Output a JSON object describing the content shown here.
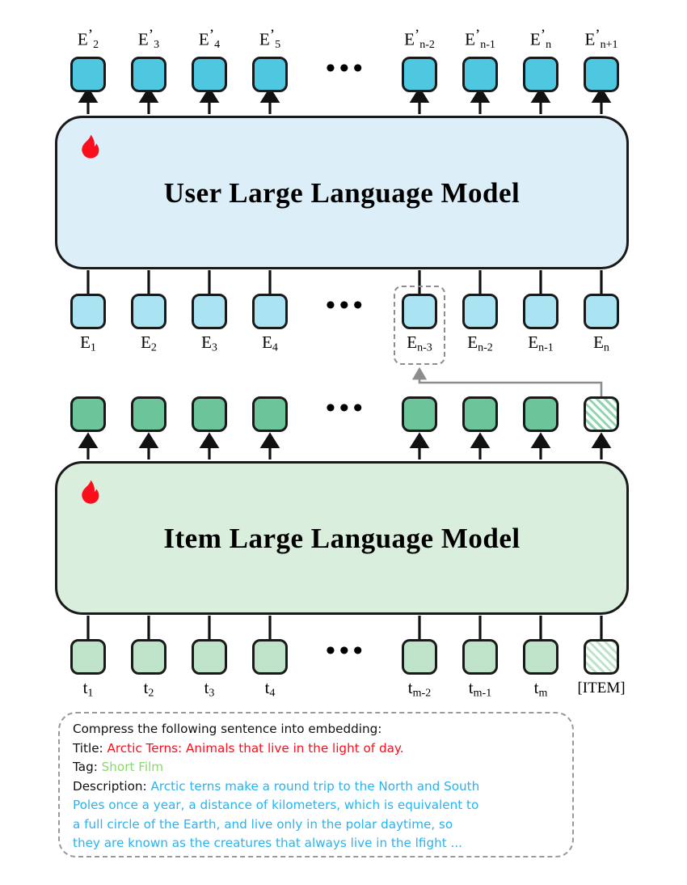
{
  "diagram": {
    "title": "User and Item Large Language Model embedding pipeline",
    "colors": {
      "output_embedding": "#4ec8e0",
      "input_embedding": "#aae4f2",
      "item_output": "#6cc49a",
      "item_token": "#bfe3c8",
      "user_llm_fill": "#dceef7",
      "item_llm_fill": "#d9eedd",
      "flame": "#fb0d1b",
      "connector": "#8d8d8d"
    }
  },
  "user_llm": {
    "label": "User Large Language Model",
    "flame_icon": "flame-icon"
  },
  "item_llm": {
    "label": "Item Large Language Model",
    "flame_icon": "flame-icon"
  },
  "output_row": {
    "left": [
      {
        "base": "E",
        "prime": "’",
        "sub": "2"
      },
      {
        "base": "E",
        "prime": "’",
        "sub": "3"
      },
      {
        "base": "E",
        "prime": "’",
        "sub": "4"
      },
      {
        "base": "E",
        "prime": "’",
        "sub": "5"
      }
    ],
    "right": [
      {
        "base": "E",
        "prime": "’",
        "sub": "n-2"
      },
      {
        "base": "E",
        "prime": "’",
        "sub": "n-1"
      },
      {
        "base": "E",
        "prime": "’",
        "sub": "n"
      },
      {
        "base": "E",
        "prime": "’",
        "sub": "n+1"
      }
    ],
    "ellipsis": "•••"
  },
  "user_input_row": {
    "left": [
      {
        "base": "E",
        "sub": "1"
      },
      {
        "base": "E",
        "sub": "2"
      },
      {
        "base": "E",
        "sub": "3"
      },
      {
        "base": "E",
        "sub": "4"
      }
    ],
    "right": [
      {
        "base": "E",
        "sub": "n-3",
        "highlighted": true
      },
      {
        "base": "E",
        "sub": "n-2"
      },
      {
        "base": "E",
        "sub": "n-1"
      },
      {
        "base": "E",
        "sub": "n"
      }
    ],
    "ellipsis": "•••"
  },
  "item_output_row": {
    "count_left": 4,
    "count_right": 4,
    "last_is_hatched": true,
    "ellipsis": "•••"
  },
  "item_token_row": {
    "left": [
      {
        "base": "t",
        "sub": "1"
      },
      {
        "base": "t",
        "sub": "2"
      },
      {
        "base": "t",
        "sub": "3"
      },
      {
        "base": "t",
        "sub": "4"
      }
    ],
    "right": [
      {
        "base": "t",
        "sub": "m-2"
      },
      {
        "base": "t",
        "sub": "m-1"
      },
      {
        "base": "t",
        "sub": "m"
      },
      {
        "base": "[ITEM]",
        "sub": "",
        "hatched": true
      }
    ],
    "ellipsis": "•••"
  },
  "prompt": {
    "line1": "Compress the following sentence into embedding:",
    "title_label": "Title:",
    "title_value": "Arctic Terns: Animals that live in the light of day.",
    "tag_label": "Tag:",
    "tag_value": "Short Film",
    "desc_label": "Description:",
    "desc_line1": "Arctic terns make a round trip to the North and South",
    "desc_line2": "Poles once a year, a distance of kilometers, which is equivalent to",
    "desc_line3": "a full circle of the Earth, and live only in the polar daytime, so",
    "desc_line4": "they are known as the creatures that always live in the lfight ..."
  }
}
